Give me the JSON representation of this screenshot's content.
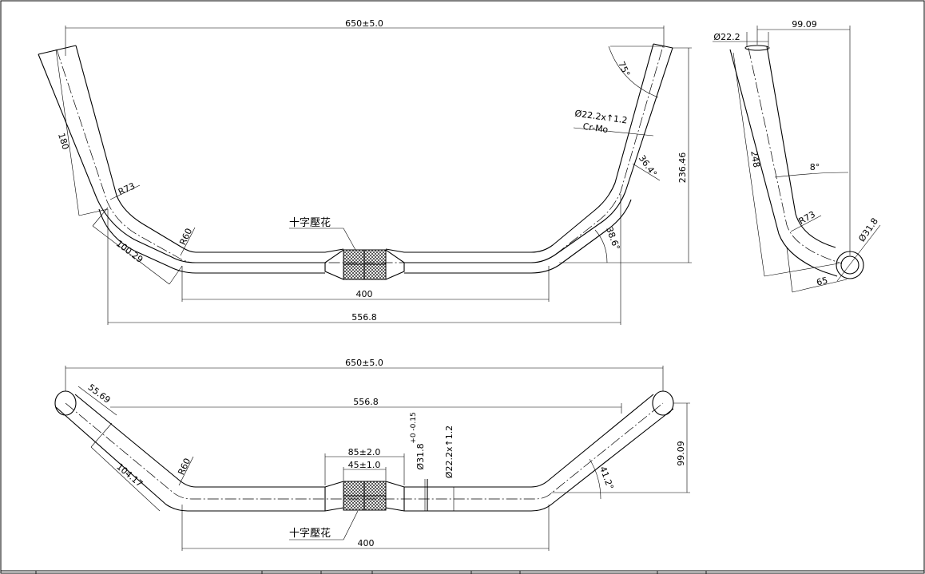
{
  "front_view": {
    "width_total": "650±5.0",
    "grip_length": "180",
    "bend_radius_upper": "R73",
    "bend_radius_lower": "R60",
    "rise_segment": "100.29",
    "center_span": "400",
    "base_span": "556.8",
    "height": "236.46",
    "angle_top": "75°",
    "angle_mid": "36.4°",
    "angle_lower": "38.6°",
    "tube_spec_line1": "Ø22.2x↑1.2",
    "tube_spec_line2": "Cr-Mo",
    "knurl_label": "十字壓花"
  },
  "side_view": {
    "tube_dia": "Ø22.2",
    "reach": "99.09",
    "length": "248",
    "angle": "8°",
    "bend_radius": "R73",
    "clamp_dia": "Ø31.8",
    "offset": "65"
  },
  "top_view": {
    "width_total": "650±5.0",
    "base_span": "556.8",
    "end_segment": "55.69",
    "sweep_segment": "104.17",
    "bend_radius": "R60",
    "knurl_outer": "85±2.0",
    "knurl_inner": "45±1.0",
    "clamp_dia": "Ø31.8",
    "clamp_tol": "+0 -0.15",
    "tube_spec": "Ø22.2x↑1.2",
    "sweep_angle": "41.2°",
    "depth": "99.09",
    "center_span": "400",
    "knurl_label": "十字壓花"
  }
}
